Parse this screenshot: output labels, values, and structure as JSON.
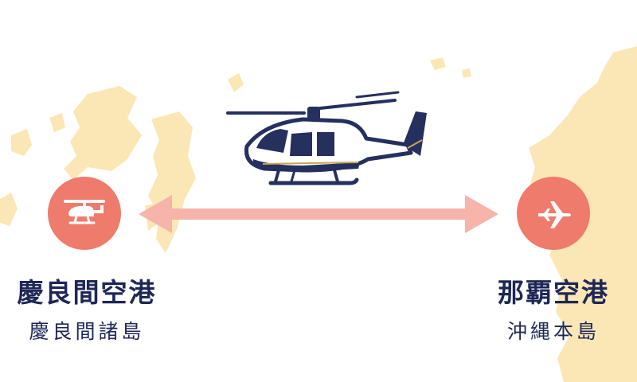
{
  "origin": {
    "airport": "慶良間空港",
    "island": "慶良間諸島",
    "icon": "helicopter-icon"
  },
  "destination": {
    "airport": "那覇空港",
    "island": "沖縄本島",
    "icon": "airplane-icon"
  },
  "colors": {
    "land": "#fbe7b5",
    "badge": "#ee7b6c",
    "arrow": "#f6b4aa",
    "text": "#1f2757",
    "heli_body": "#25305f",
    "heli_stripe": "#c9a64a"
  }
}
